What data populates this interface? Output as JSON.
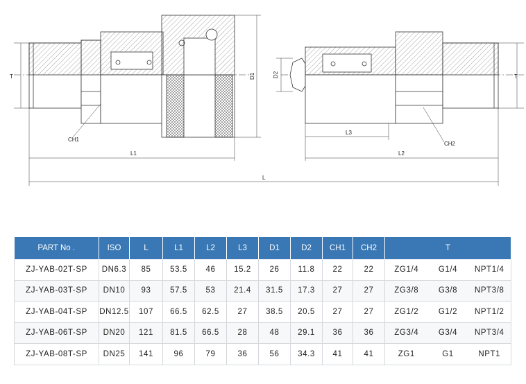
{
  "drawing": {
    "labels": {
      "T_left": "T",
      "T_right": "T",
      "D1": "D1",
      "D2": "D2",
      "CH1": "CH1",
      "CH2": "CH2",
      "L1": "L1",
      "L2": "L2",
      "L3": "L3",
      "L": "L"
    }
  },
  "table": {
    "headers": [
      "PART No .",
      "ISO",
      "L",
      "L1",
      "L2",
      "L3",
      "D1",
      "D2",
      "CH1",
      "CH2",
      "T"
    ],
    "rows": [
      {
        "part": "ZJ-YAB-02T-SP",
        "iso": "DN6.3",
        "L": "85",
        "L1": "53.5",
        "L2": "46",
        "L3": "15.2",
        "D1": "26",
        "D2": "11.8",
        "CH1": "22",
        "CH2": "22",
        "T": [
          "ZG1/4",
          "G1/4",
          "NPT1/4"
        ]
      },
      {
        "part": "ZJ-YAB-03T-SP",
        "iso": "DN10",
        "L": "93",
        "L1": "57.5",
        "L2": "53",
        "L3": "21.4",
        "D1": "31.5",
        "D2": "17.3",
        "CH1": "27",
        "CH2": "27",
        "T": [
          "ZG3/8",
          "G3/8",
          "NPT3/8"
        ]
      },
      {
        "part": "ZJ-YAB-04T-SP",
        "iso": "DN12.5",
        "L": "107",
        "L1": "66.5",
        "L2": "62.5",
        "L3": "27",
        "D1": "38.5",
        "D2": "20.5",
        "CH1": "27",
        "CH2": "27",
        "T": [
          "ZG1/2",
          "G1/2",
          "NPT1/2"
        ]
      },
      {
        "part": "ZJ-YAB-06T-SP",
        "iso": "DN20",
        "L": "121",
        "L1": "81.5",
        "L2": "66.5",
        "L3": "28",
        "D1": "48",
        "D2": "29.1",
        "CH1": "36",
        "CH2": "36",
        "T": [
          "ZG3/4",
          "G3/4",
          "NPT3/4"
        ]
      },
      {
        "part": "ZJ-YAB-08T-SP",
        "iso": "DN25",
        "L": "141",
        "L1": "96",
        "L2": "79",
        "L3": "36",
        "D1": "56",
        "D2": "34.3",
        "CH1": "41",
        "CH2": "41",
        "T": [
          "ZG1",
          "G1",
          "NPT1"
        ]
      }
    ]
  }
}
